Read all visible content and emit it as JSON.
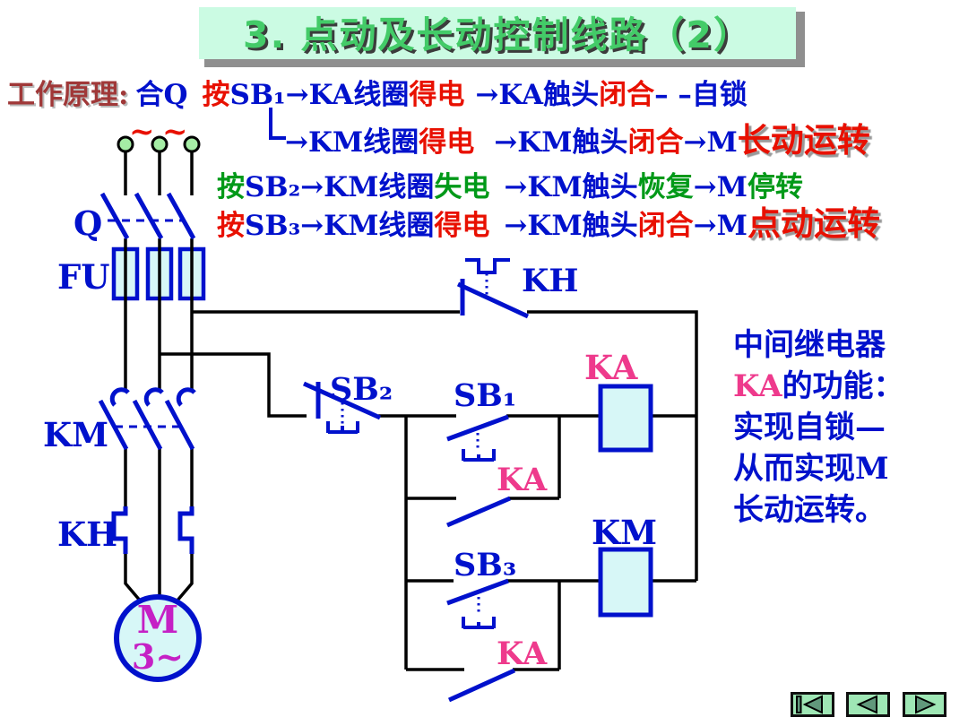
{
  "title": "3. 点动及长动控制线路（2）",
  "principle": {
    "heading": "工作原理:",
    "l1": [
      {
        "t": "合Q"
      },
      {
        "t": "按"
      },
      {
        "t": "SB₁→KA线圈"
      },
      {
        "t": "得电"
      },
      {
        "t": "→KA触头"
      },
      {
        "t": "闭合"
      },
      {
        "t": "– –"
      },
      {
        "t": "自锁"
      }
    ],
    "l2": [
      {
        "t": "→KM线圈"
      },
      {
        "t": "得电"
      },
      {
        "t": "→KM触头"
      },
      {
        "t": "闭合"
      },
      {
        "t": "→M"
      },
      {
        "t": "长动运转"
      }
    ],
    "l3": [
      {
        "t": "按"
      },
      {
        "t": "SB₂→KM线圈"
      },
      {
        "t": "失电"
      },
      {
        "t": "→KM触头"
      },
      {
        "t": "恢复"
      },
      {
        "t": "→M"
      },
      {
        "t": "停转"
      }
    ],
    "l4": [
      {
        "t": "按"
      },
      {
        "t": "SB₃→KM线圈"
      },
      {
        "t": "得电"
      },
      {
        "t": "→KM触头"
      },
      {
        "t": "闭合"
      },
      {
        "t": "→M"
      },
      {
        "t": "点动运转"
      }
    ]
  },
  "side_note": {
    "l1": "中间继电器",
    "l2_ka": "KA",
    "l2_rest": "的功能：",
    "l3": "实现自锁—",
    "l4": "从而实现M",
    "l5": "长动运转。"
  },
  "circuit": {
    "phase_tilde_1": "~",
    "phase_tilde_2": "~",
    "q": "Q",
    "fu": "FU",
    "km_main": "KM",
    "kh_main": "KH",
    "motor_m": "M",
    "motor_3": "3~",
    "kh_ctrl": "KH",
    "sb2": "SB₂",
    "sb1": "SB₁",
    "ka_contact_mid": "KA",
    "sb3": "SB₃",
    "ka_contact_bottom": "KA",
    "ka_coil": "KA",
    "km_coil": "KM"
  },
  "nav": {
    "first_icon": "go-first",
    "prev_icon": "previous",
    "next_icon": "next"
  },
  "colors": {
    "text_blue": "#0011CC",
    "text_red": "#E81000",
    "text_green": "#009918",
    "heading_maroon": "#A03838",
    "label_pink": "#EE3A8C",
    "motor_magenta": "#C520C5",
    "title_green": "#43CB68",
    "title_bg": "#CBFBE3",
    "component_fill": "#D7F7F7",
    "terminal_fill": "#A5EDA5",
    "nav_bg": "#9FE7B5",
    "nav_glyph": "#61987B"
  }
}
